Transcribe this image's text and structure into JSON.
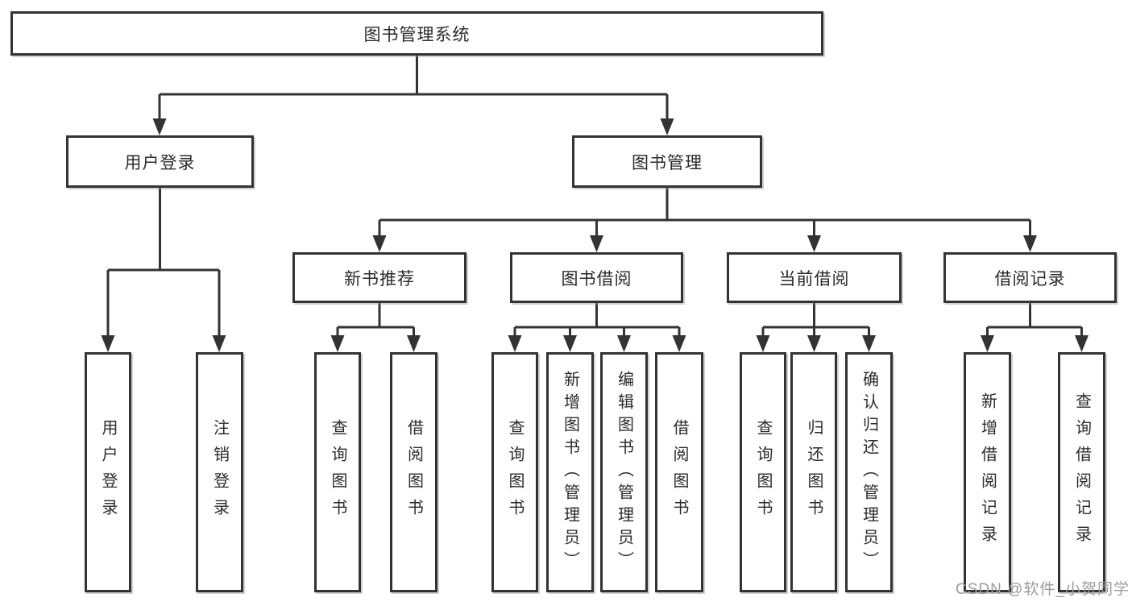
{
  "diagram": {
    "type": "hierarchy-tree",
    "orientation": "top-down",
    "colors": {
      "background": "#ffffff",
      "line": "#333333",
      "box_border": "#333333",
      "box_fill": "#ffffff",
      "text": "#2b2b2b",
      "watermark": "#9c9c9c"
    }
  },
  "tree": {
    "label": "图书管理系统",
    "children": [
      {
        "label": "用户登录",
        "children": [
          {
            "label": "用户登录"
          },
          {
            "label": "注销登录"
          }
        ]
      },
      {
        "label": "图书管理",
        "children": [
          {
            "label": "新书推荐",
            "children": [
              {
                "label": "查询图书"
              },
              {
                "label": "借阅图书"
              }
            ]
          },
          {
            "label": "图书借阅",
            "children": [
              {
                "label": "查询图书"
              },
              {
                "label": "新增图书（管理员）"
              },
              {
                "label": "编辑图书（管理员）"
              },
              {
                "label": "借阅图书"
              }
            ]
          },
          {
            "label": "当前借阅",
            "children": [
              {
                "label": "查询图书"
              },
              {
                "label": "归还图书"
              },
              {
                "label": "确认归还（管理员）"
              }
            ]
          },
          {
            "label": "借阅记录",
            "children": [
              {
                "label": "新增借阅记录"
              },
              {
                "label": "查询借阅记录"
              }
            ]
          }
        ]
      }
    ]
  },
  "watermark": {
    "text": "CSDN @软件_小贺同学"
  }
}
